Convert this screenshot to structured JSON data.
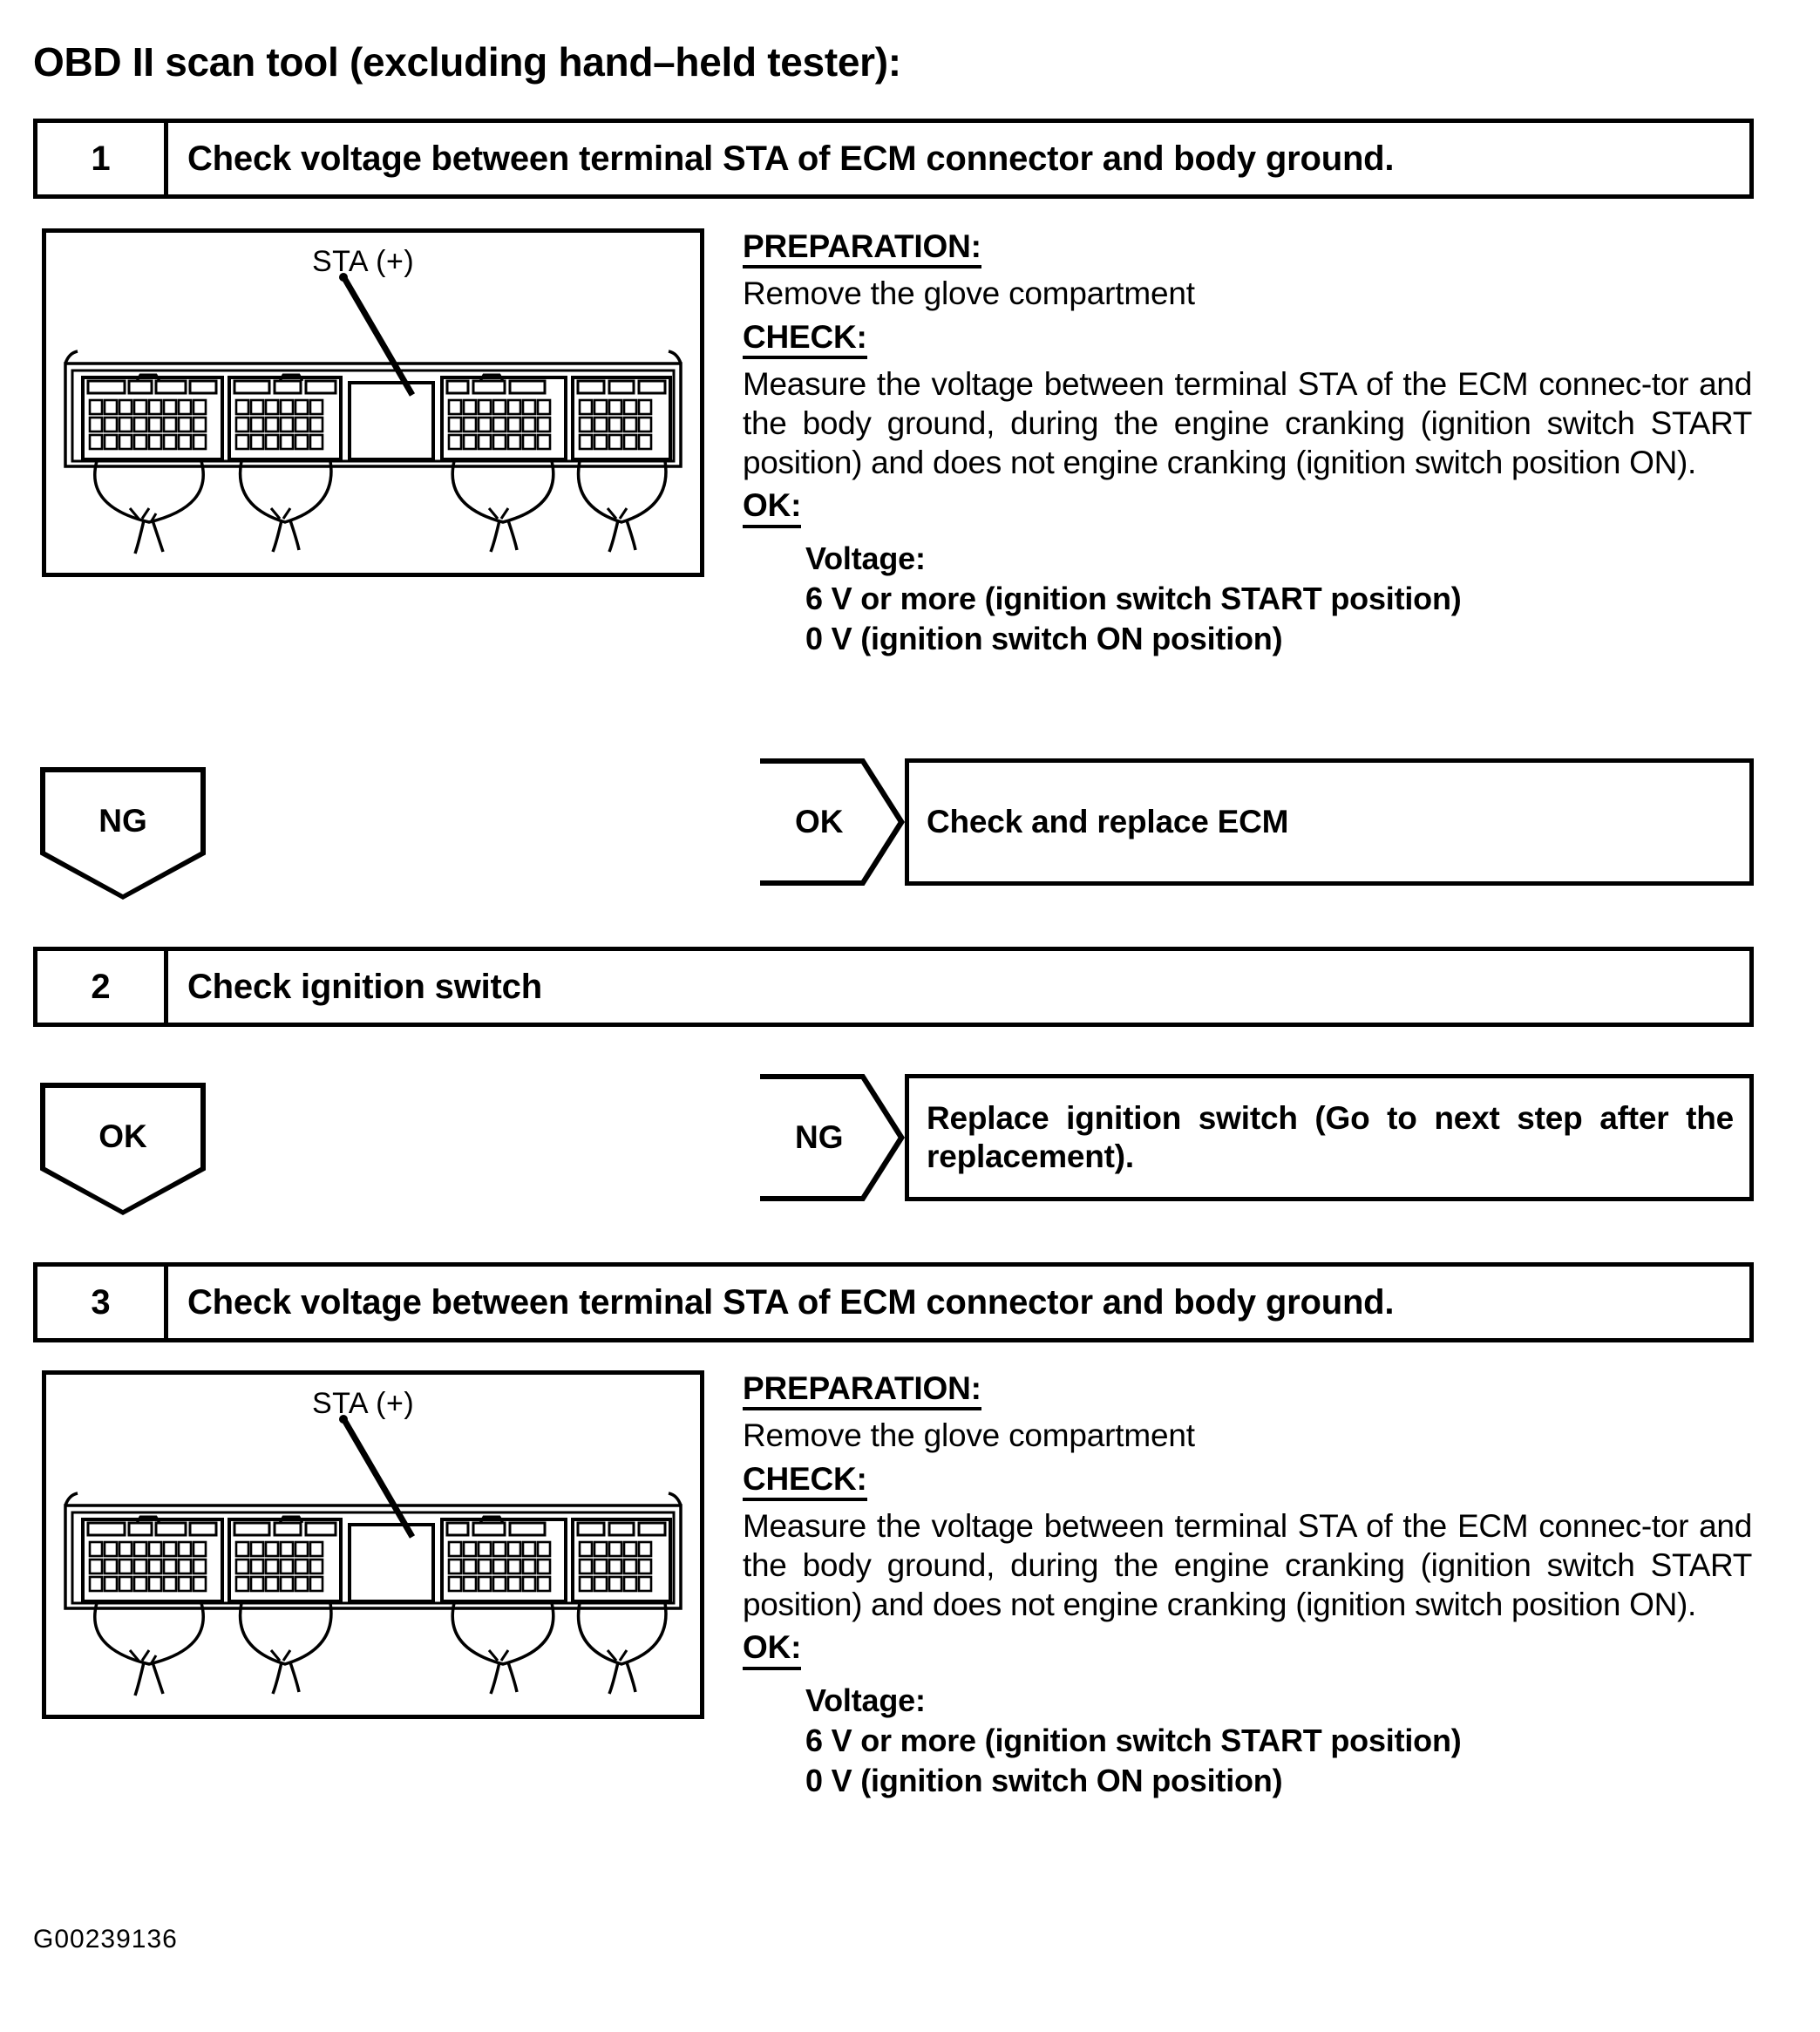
{
  "document": {
    "title": "OBD II scan tool (excluding hand–held tester):",
    "footer_code": "G00239136"
  },
  "steps": [
    {
      "number": "1",
      "heading": "Check voltage between terminal STA of ECM connector and body ground.",
      "illustration": {
        "callout_label": "STA (+)",
        "caption": "ECM connector front view with four connector blocks"
      },
      "preparation_label": "PREPARATION:",
      "preparation_text": "Remove the glove compartment",
      "check_label": "CHECK:",
      "check_text": "Measure the voltage between terminal STA of the ECM connec-tor and the body ground, during the engine cranking (ignition switch START position) and does not engine cranking (ignition switch position ON).",
      "ok_label": "OK:",
      "spec_title": "Voltage:",
      "spec_lines": [
        "6 V or more (ignition switch START position)",
        "0 V (ignition switch ON position)"
      ]
    },
    {
      "number": "2",
      "heading": "Check ignition switch"
    },
    {
      "number": "3",
      "heading": "Check voltage between terminal STA of ECM connector and body ground.",
      "illustration": {
        "callout_label": "STA (+)",
        "caption": "ECM connector front view with four connector blocks"
      },
      "preparation_label": "PREPARATION:",
      "preparation_text": "Remove the glove compartment",
      "check_label": "CHECK:",
      "check_text": "Measure the voltage between terminal STA of the ECM connec-tor and the body ground, during the engine cranking (ignition switch START position) and does not engine cranking (ignition switch position ON).",
      "ok_label": "OK:",
      "spec_title": "Voltage:",
      "spec_lines": [
        "6 V or more (ignition switch START position)",
        "0 V (ignition switch ON position)"
      ]
    }
  ],
  "branches": {
    "step1_ng": "NG",
    "step1_ok": "OK",
    "step1_ok_result": "Check and replace ECM",
    "step2_ok": "OK",
    "step2_ng": "NG",
    "step2_ng_result": "Replace ignition switch (Go to next step after the replacement)."
  },
  "colors": {
    "ink": "#000000",
    "paper": "#ffffff"
  }
}
